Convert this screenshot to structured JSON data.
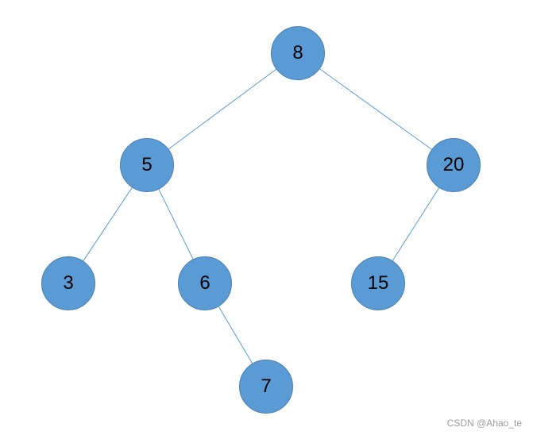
{
  "tree": {
    "nodes": [
      {
        "id": "n8",
        "label": "8"
      },
      {
        "id": "n5",
        "label": "5"
      },
      {
        "id": "n20",
        "label": "20"
      },
      {
        "id": "n3",
        "label": "3"
      },
      {
        "id": "n6",
        "label": "6"
      },
      {
        "id": "n15",
        "label": "15"
      },
      {
        "id": "n7",
        "label": "7"
      }
    ],
    "edges": [
      {
        "from": "n8",
        "to": "n5"
      },
      {
        "from": "n8",
        "to": "n20"
      },
      {
        "from": "n5",
        "to": "n3"
      },
      {
        "from": "n5",
        "to": "n6"
      },
      {
        "from": "n20",
        "to": "n15"
      },
      {
        "from": "n6",
        "to": "n7"
      }
    ]
  },
  "watermark": "CSDN @Ahao_te",
  "colors": {
    "node_fill": "#5b9bd5",
    "node_border": "#4a7fb0",
    "edge": "#5b9bd5"
  }
}
